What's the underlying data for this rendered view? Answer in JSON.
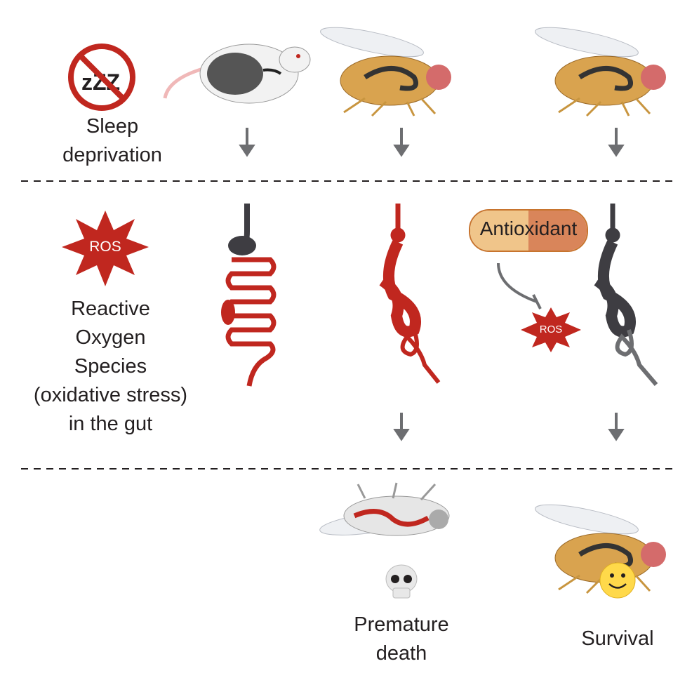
{
  "row1": {
    "label": [
      "Sleep",
      "deprivation"
    ],
    "no_sleep_icon": "zzz-prohibited-icon",
    "zzz": "zZZ"
  },
  "row2": {
    "ros_label": "ROS",
    "label": [
      "Reactive",
      "Oxygen",
      "Species",
      "(oxidative stress)",
      "in the gut"
    ],
    "antioxidant": "Antioxidant",
    "small_ros": "ROS"
  },
  "row3": {
    "death_label": [
      "Premature",
      "death"
    ],
    "survival_label": "Survival"
  },
  "colors": {
    "red": "#c0271f",
    "gray": "#3e3d42",
    "arrow": "#6d6e71",
    "pill_left": "#f0c58a",
    "pill_right": "#d9855a"
  }
}
